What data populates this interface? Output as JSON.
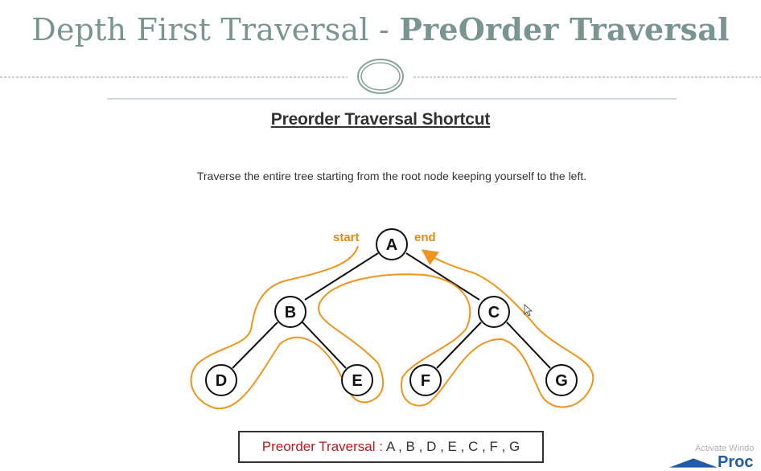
{
  "slide": {
    "title_part1": "Depth First Traversal",
    "title_sep": " - ",
    "title_part2": "PreOrder Traversal"
  },
  "heading": "Preorder Traversal Shortcut",
  "instruction": "Traverse the entire tree starting from the root node keeping yourself to the left.",
  "tree": {
    "nodes": {
      "A": "A",
      "B": "B",
      "C": "C",
      "D": "D",
      "E": "E",
      "F": "F",
      "G": "G"
    },
    "start_label": "start",
    "end_label": "end",
    "path_color": "#f0941d",
    "node_stroke": "#111111"
  },
  "result": {
    "label": "Preorder Traversal :",
    "sequence": "A , B , D , E , C , F , G"
  },
  "watermark": "Activate Windo",
  "brand": {
    "name": "Proc"
  },
  "colors": {
    "title": "#7a9590",
    "heading": "#333333",
    "result_label": "#c0171c",
    "brand": "#1f5ba8"
  }
}
